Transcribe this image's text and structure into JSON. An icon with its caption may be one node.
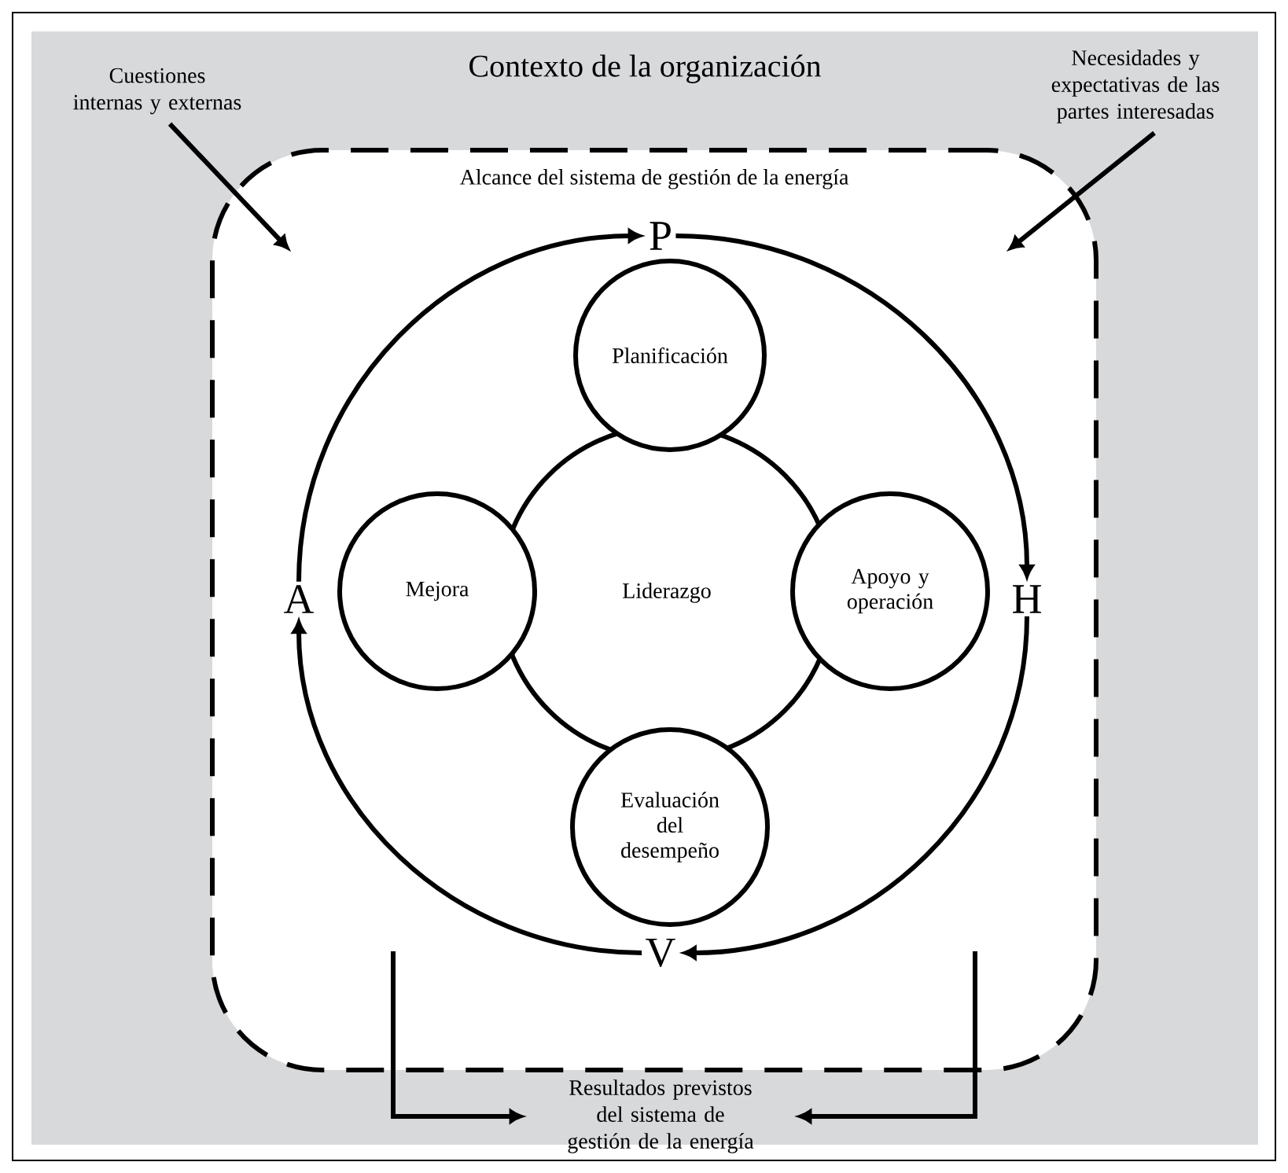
{
  "diagram": {
    "nodes": [
      {
        "text": [
          "Contexto de la organización"
        ]
      },
      {
        "text": [
          "Alcance del sistema de gestión de la energía"
        ],
        "in": 0
      },
      {
        "text": [
          "Cuestiones internas y externas"
        ],
        "in": 0
      },
      {
        "text": [
          "Necesidades y expectativas de las partes interesadas"
        ],
        "in": 0
      },
      {
        "text": [
          "Resultados previstos del sistema de gestión de la energía"
        ],
        "in": 0
      },
      {
        "text": [
          "P"
        ],
        "in": 1
      },
      {
        "text": [
          "H"
        ],
        "in": 1
      },
      {
        "text": [
          "V"
        ],
        "in": 1
      },
      {
        "text": [
          "A"
        ],
        "in": 1
      },
      {
        "text": [
          "Liderazgo"
        ],
        "in": 1
      },
      {
        "text": [
          "Planificación"
        ],
        "in": 1
      },
      {
        "text": [
          "Mejora"
        ],
        "in": 1
      },
      {
        "text": [
          "Apoyo y operación"
        ],
        "in": 1
      },
      {
        "text": [
          "Evaluación del desempeño"
        ],
        "in": 1
      }
    ],
    "edges": [
      {
        "from": 2,
        "to": null,
        "arrow": "to"
      },
      {
        "from": 3,
        "to": null,
        "arrow": "to"
      },
      {
        "from": 5,
        "to": 6,
        "arrow": "to"
      },
      {
        "from": 6,
        "to": 7,
        "arrow": "to"
      },
      {
        "from": 7,
        "to": 8,
        "arrow": "to"
      },
      {
        "from": 8,
        "to": 5,
        "arrow": "to"
      },
      {
        "from": null,
        "to": 4,
        "arrow": "to"
      },
      {
        "from": null,
        "to": 4,
        "arrow": "to"
      }
    ]
  }
}
